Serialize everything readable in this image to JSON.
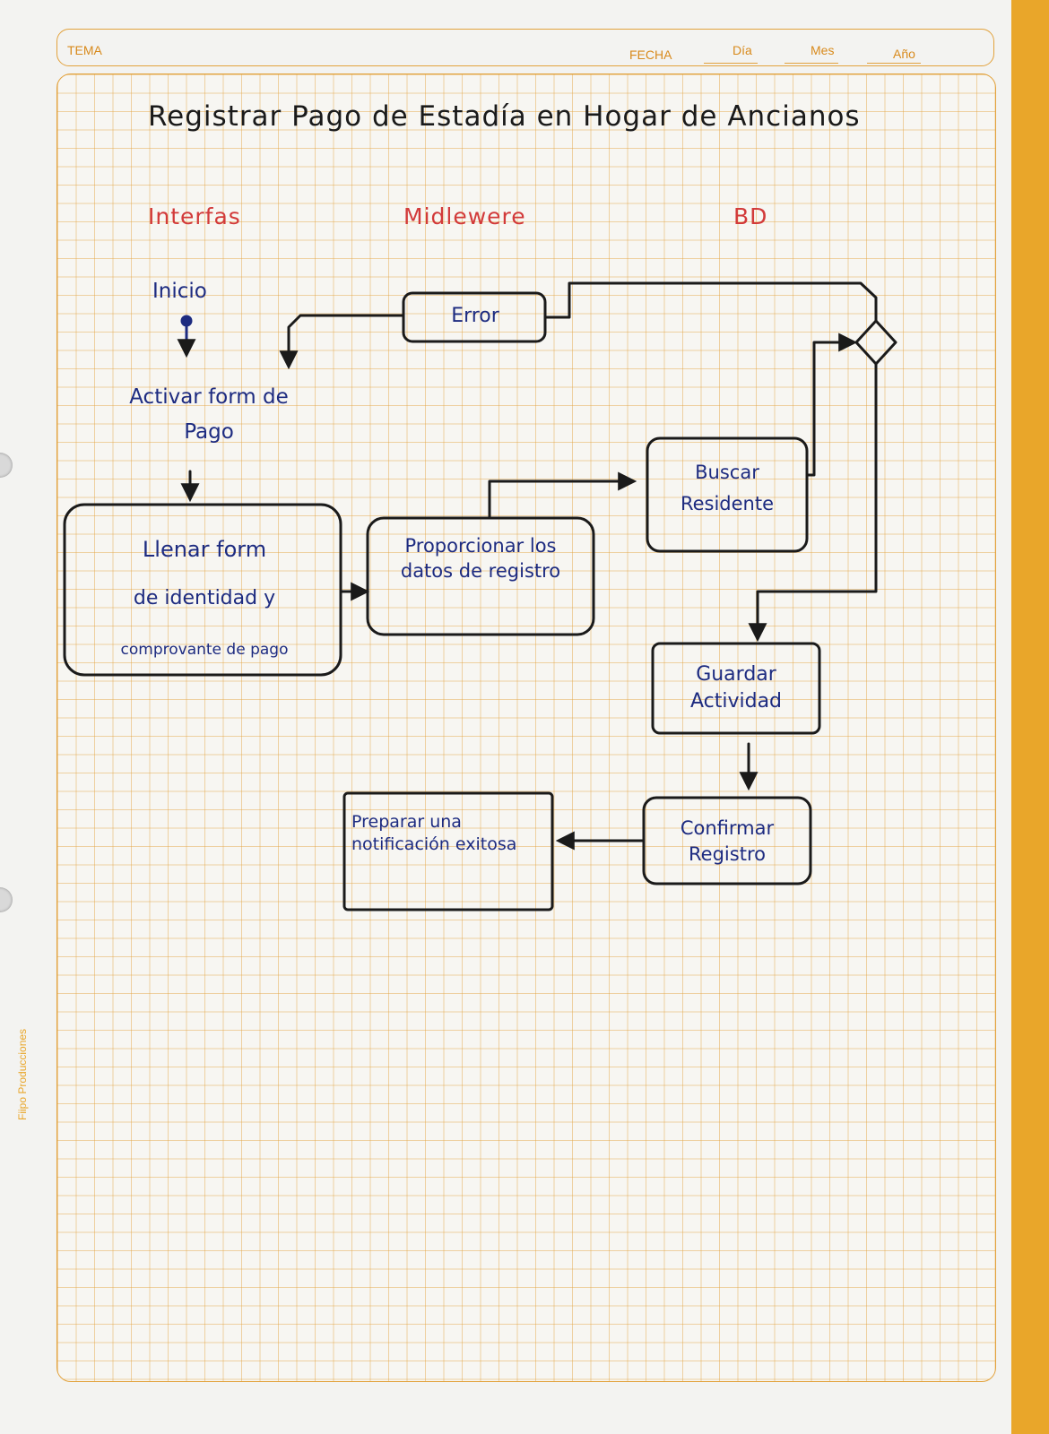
{
  "header": {
    "tema_label": "TEMA",
    "fecha_label": "FECHA",
    "dia_label": "Día",
    "mes_label": "Mes",
    "ano_label": "Año"
  },
  "brand": "Fiipo Producciones",
  "diagram": {
    "title": "Registrar Pago de Estadía en Hogar de Ancianos",
    "lanes": [
      "Interfas",
      "Midlewere",
      "BD"
    ],
    "start_label": "Inicio",
    "nodes": {
      "activar_form": "Activar form de Pago",
      "llenar_form_l1": "Llenar form",
      "llenar_form_l2": "de identidad y",
      "llenar_form_l3": "comprovante de pago",
      "proporcionar": "Proporcionar los datos de registro",
      "error": "Error",
      "buscar": "Buscar Residente",
      "guardar": "Guardar Actividad",
      "confirmar": "Confirmar Registro",
      "preparar": "Preparar una notificación exitosa"
    }
  },
  "colors": {
    "ink": "#1a1a1a",
    "blue_ink": "#1d2b80",
    "red_ink": "#d23a3a",
    "grid": "#e2a23d",
    "page_edge": "#e9a62a"
  }
}
